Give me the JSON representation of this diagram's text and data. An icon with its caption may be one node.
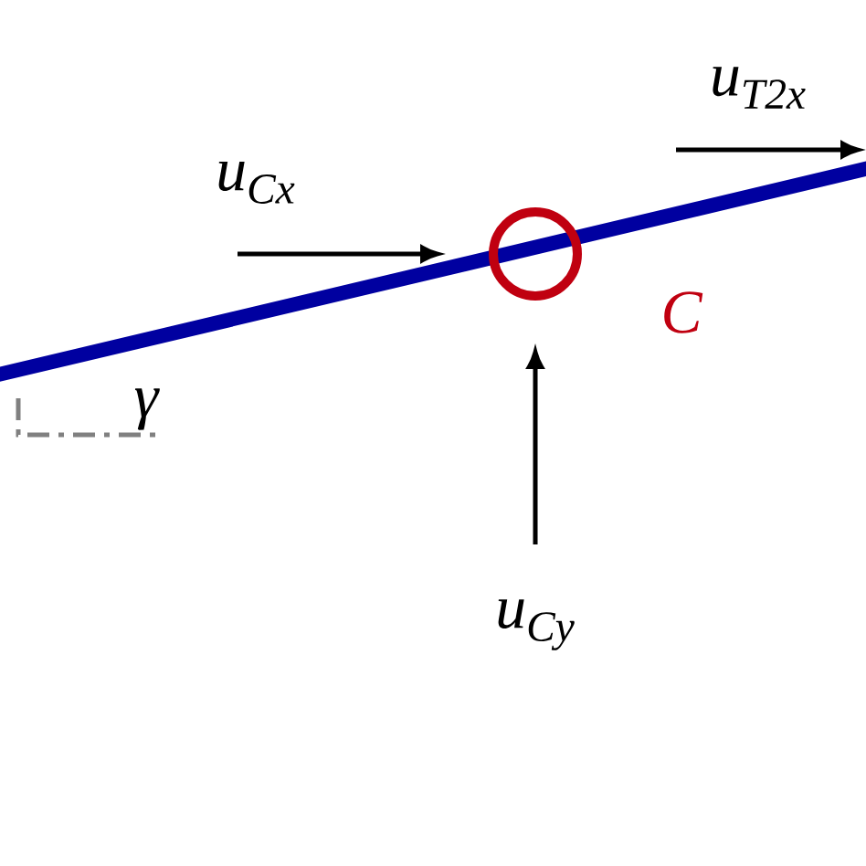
{
  "diagram": {
    "nodes": [
      {
        "text": [],
        "shape": "circle",
        "beside": [
          "C"
        ]
      }
    ],
    "edges": [],
    "labels": [
      "u$_{T2x}$",
      "u$_{Cx}$",
      "γ",
      "u$_{Cy}$"
    ]
  }
}
